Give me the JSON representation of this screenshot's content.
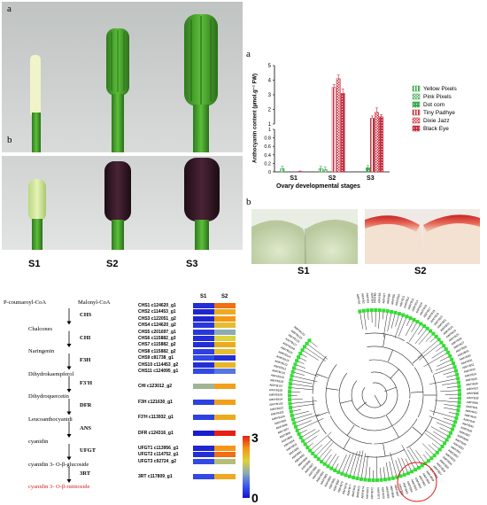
{
  "photos": {
    "label_a": "a",
    "label_b": "b",
    "stages": [
      "S1",
      "S2",
      "S3"
    ]
  },
  "micro": {
    "label_b": "b",
    "stages": [
      "S1",
      "S2"
    ]
  },
  "chart_data": {
    "type": "bar",
    "panel_label": "a",
    "ylabel": "Anthocyanin content (µmol.g⁻¹ FW)",
    "xlabel": "Ovary developmental stages",
    "categories": [
      "S1",
      "S2",
      "S3"
    ],
    "yticks_upper": [
      "5",
      "4",
      "3",
      "2",
      "1"
    ],
    "yticks_lower": [
      "1",
      "0.8",
      "0.6",
      "0.4",
      "0.2",
      "0"
    ],
    "series": [
      {
        "name": "Yellow Pixels",
        "values": [
          0.08,
          0.08,
          0.0
        ],
        "errors": [
          0.05,
          0.05,
          0.0
        ],
        "color": "#3aa84a",
        "pattern": "stripe"
      },
      {
        "name": "Pink Pixels",
        "values": [
          0.0,
          0.06,
          0.0
        ],
        "errors": [
          0.0,
          0.05,
          0.0
        ],
        "color": "#3aa84a",
        "pattern": "check"
      },
      {
        "name": "Dot com",
        "values": [
          0.0,
          0.0,
          0.1
        ],
        "errors": [
          0.0,
          0.0,
          0.05
        ],
        "color": "#3aa84a",
        "pattern": "dot"
      },
      {
        "name": "Tiny Padhye",
        "values": [
          0.0,
          3.5,
          1.4
        ],
        "errors": [
          0.0,
          0.2,
          0.15
        ],
        "color": "#c43040",
        "pattern": "stripe"
      },
      {
        "name": "Dixie Jazz",
        "values": [
          0.01,
          4.1,
          1.8
        ],
        "errors": [
          0.01,
          0.25,
          0.3
        ],
        "color": "#c43040",
        "pattern": "check"
      },
      {
        "name": "Black Eye",
        "values": [
          0.0,
          3.1,
          1.5
        ],
        "errors": [
          0.0,
          0.3,
          0.15
        ],
        "color": "#c43040",
        "pattern": "dot"
      }
    ]
  },
  "pathway": {
    "start_left": "P-coumaroyl-CoA",
    "start_right": "Malonyl-CoA",
    "steps": [
      {
        "enzyme": "CHS",
        "product": "Chalcones"
      },
      {
        "enzyme": "CHI",
        "product": "Naringenin"
      },
      {
        "enzyme": "F3H",
        "product": "Dihydrokaempferol"
      },
      {
        "enzyme": "F3'H",
        "product": "Dihydroquercetin"
      },
      {
        "enzyme": "DFR",
        "product": "Leucoanthocyanidi"
      },
      {
        "enzyme": "ANS",
        "product": "cyanidin"
      },
      {
        "enzyme": "UFGT",
        "product": "cyanidin 3- O-β-glucoside"
      },
      {
        "enzyme": "3RT",
        "product": "cyanidin 3- O-β-rutinoside"
      }
    ],
    "final_color": "#d02020"
  },
  "heatmap": {
    "col_labels": [
      "S1",
      "S2"
    ],
    "scale_labels": [
      "3",
      "0"
    ],
    "groups": [
      {
        "gene": "CHS1",
        "id": "c124620_g1",
        "vals": [
          0.3,
          2.6
        ]
      },
      {
        "gene": "CHS2",
        "id": "c114453_g1",
        "vals": [
          0.2,
          2.2
        ]
      },
      {
        "gene": "CHS3",
        "id": "c122051_g2",
        "vals": [
          0.2,
          2.4
        ]
      },
      {
        "gene": "CHS4",
        "id": "c124620_g2",
        "vals": [
          0.4,
          2.0
        ]
      },
      {
        "gene": "CHS5",
        "id": "c201697_g1",
        "vals": [
          0.4,
          1.4
        ]
      },
      {
        "gene": "CHS6",
        "id": "c115882_g3",
        "vals": [
          0.3,
          1.8
        ]
      },
      {
        "gene": "CHS7",
        "id": "c115882_g2",
        "vals": [
          0.3,
          2.2
        ]
      },
      {
        "gene": "CHS8",
        "id": "c115882_g2",
        "vals": [
          0.5,
          2.0
        ]
      },
      {
        "gene": "CHS9",
        "id": "c81738_g1",
        "vals": [
          0.6,
          0.3
        ]
      },
      {
        "gene": "CHS10",
        "id": "c114453_g2",
        "vals": [
          0.3,
          2.1
        ]
      },
      {
        "gene": "CHS11",
        "id": "c124095_g1",
        "vals": [
          0.6,
          1.0
        ]
      },
      {
        "gene": "CHI",
        "id": "c123012_g2",
        "vals": [
          1.5,
          2.3
        ]
      },
      {
        "gene": "F3H",
        "id": "c121630_g1",
        "vals": [
          0.5,
          2.3
        ]
      },
      {
        "gene": "F3'H",
        "id": "c113932_g1",
        "vals": [
          0.5,
          2.2
        ]
      },
      {
        "gene": "DFR",
        "id": "c124316_g1",
        "vals": [
          0.1,
          3.0
        ]
      },
      {
        "gene": "UFGT1",
        "id": "c113956_g1",
        "vals": [
          0.2,
          2.4
        ]
      },
      {
        "gene": "UFGT2",
        "id": "c114752_g1",
        "vals": [
          0.3,
          2.6
        ]
      },
      {
        "gene": "UFGT3",
        "id": "c92724_g2",
        "vals": [
          0.6,
          1.6
        ]
      },
      {
        "gene": "3RT",
        "id": "c117809_g1",
        "vals": [
          0.6,
          2.2
        ]
      }
    ]
  },
  "tree": {
    "leaf_prefix": "AtMYB",
    "leaf_count": 120,
    "marker_color": "#33dd33",
    "highlight_color": "#e02020"
  }
}
